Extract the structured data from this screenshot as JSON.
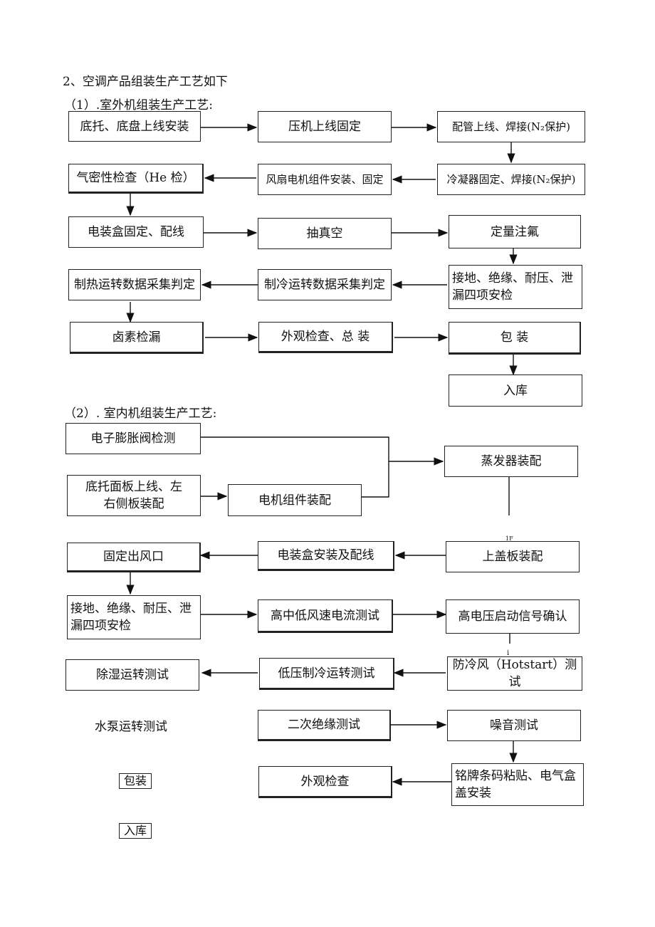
{
  "heading": "2、空调产品组装生产工艺如下",
  "outdoor": {
    "title": "（1）.室外机组装生产工艺:",
    "steps": {
      "base_line": "底托、底盘上线安装",
      "compressor": "压机上线固定",
      "piping": "配管上线、焊接(N₂保护)",
      "condenser": "冷凝器固定、焊接(N₂保护)",
      "fan_motor": "风扇电机组件安装、固定",
      "he_check": "气密性检查（He 检）",
      "ebox": "电装盒固定、配线",
      "vacuum": "抽真空",
      "charge": "定量注氟",
      "safety": "接地、绝缘、耐压、泄漏四项安检",
      "cool_run": "制冷运转数据采集判定",
      "heat_run": "制热运转数据采集判定",
      "halogen": "卤素检漏",
      "appearance": "外观检查、总 装",
      "pack": "包 装",
      "store": "入库"
    }
  },
  "indoor": {
    "title": "（2）. 室内机组装生产工艺:",
    "steps": {
      "eev": "电子膨胀阀检测",
      "base_panel": "底托面板上线、左右侧板装配",
      "motor": "电机组件装配",
      "evaporator": "蒸发器装配",
      "top_cover": "上盖板装配",
      "ebox_wiring": "电装盒安装及配线",
      "outlet": "固定出风口",
      "safety": "接地、绝缘、耐压、泄漏四项安检",
      "fan_speed": "高中低风速电流测试",
      "hv_signal": "高电压启动信号确认",
      "hotstart": "防冷风（Hotstart）测试",
      "low_pressure": "低压制冷运转测试",
      "dehumid": "除湿运转测试",
      "pump": "水泵运转测试",
      "insulation2": "二次绝缘测试",
      "noise": "噪音测试",
      "nameplate": "铭牌条码粘贴、电气盒盖安装",
      "appearance": "外观检查",
      "pack": "包装",
      "store": "入库"
    },
    "marks": {
      "m1": "1F",
      "m2": "i"
    }
  }
}
